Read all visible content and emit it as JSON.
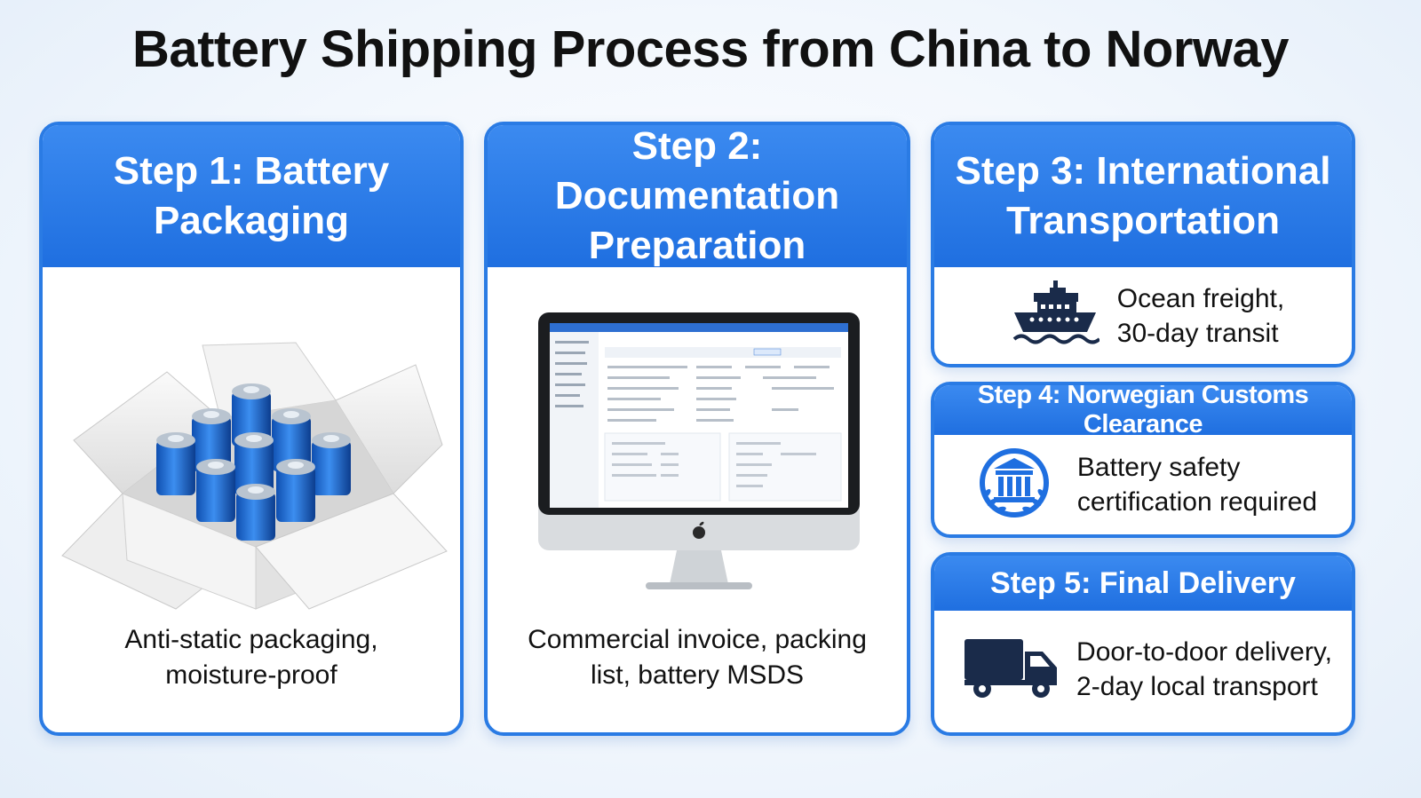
{
  "title": "Battery Shipping Process from China to Norway",
  "colors": {
    "accent": "#2a7be4",
    "header": "#1f6fe0",
    "icon_dark": "#1a2b4a"
  },
  "steps": [
    {
      "heading_line1": "Step 1: Battery",
      "heading_line2": "Packaging",
      "caption_line1": "Anti-static packaging,",
      "caption_line2": "moisture-proof",
      "icon": "battery-box-illustration"
    },
    {
      "heading_line1": "Step 2: Documentation",
      "heading_line2": "Preparation",
      "caption_line1": "Commercial invoice, packing",
      "caption_line2": "list, battery MSDS",
      "icon": "computer-monitor-illustration"
    },
    {
      "heading_line1": "Step 3: International",
      "heading_line2": "Transportation",
      "text_line1": "Ocean freight,",
      "text_line2": "30-day transit",
      "icon": "ship-icon"
    },
    {
      "heading": "Step 4: Norwegian Customs Clearance",
      "text_line1": "Battery safety",
      "text_line2": "certification required",
      "icon": "customs-emblem-icon"
    },
    {
      "heading": "Step 5: Final Delivery",
      "text_line1": "Door-to-door delivery,",
      "text_line2": "2-day local transport",
      "icon": "truck-icon"
    }
  ]
}
